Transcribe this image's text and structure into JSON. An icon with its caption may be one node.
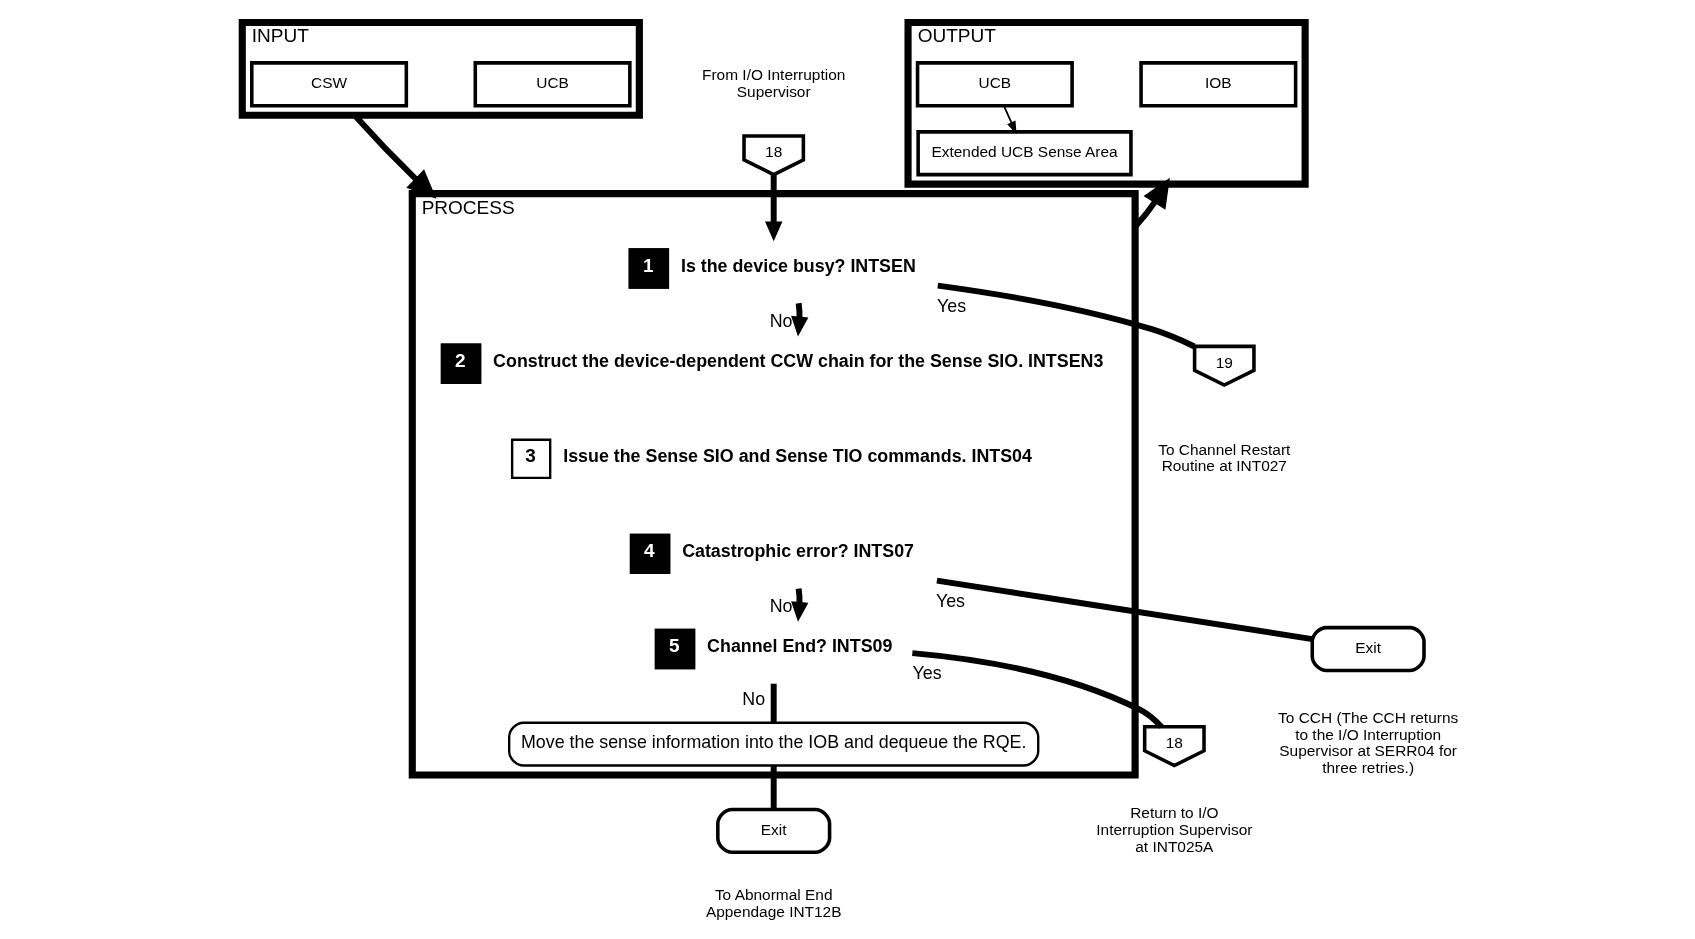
{
  "diagram": {
    "nodes": [
      {
        "text": [
          "INPUT"
        ]
      },
      {
        "text": [
          "UCB"
        ],
        "in": 0
      },
      {
        "text": [
          "CSW"
        ],
        "in": 0
      },
      {
        "text": [
          "PROCESS"
        ]
      },
      {
        "text": [
          "1",
          "Is the device busy? INTSEN"
        ],
        "in": 3
      },
      {
        "text": [
          "2",
          "Construct the device-dependent CCW chain for the Sense SIO. INTSEN3"
        ],
        "in": 3
      },
      {
        "text": [
          "3",
          "Issue the Sense SIO and Sense TIO commands. INTS04"
        ],
        "in": 3
      },
      {
        "text": [
          "4",
          "Catastrophic error? INTS07"
        ],
        "in": 3
      },
      {
        "text": [
          "5",
          "Channel End? INTS09"
        ],
        "in": 3
      },
      {
        "text": [
          "Move the sense information into the IOB and dequeue the RQE."
        ],
        "in": 3
      },
      {
        "text": [
          "OUTPUT"
        ]
      },
      {
        "text": [
          "IOB"
        ],
        "in": 10
      },
      {
        "text": [
          "UCB"
        ],
        "in": 10
      },
      {
        "text": [
          "Extended UCB Sense Area"
        ],
        "in": 10
      },
      {
        "text": [
          "18"
        ],
        "beside": [
          "From I/O Interruption Supervisor"
        ]
      },
      {
        "text": [
          "19"
        ],
        "beside": [
          "To Channel Restart Routine at INT027"
        ]
      },
      {
        "text": [
          "Exit"
        ],
        "beside": [
          "To CCH (The CCH returns to the I/O Interruption Supervisor at SERR04 for three retries.)"
        ]
      },
      {
        "text": [
          "18"
        ],
        "beside": [
          "Return to I/O Interruption Supervisor at INT025A"
        ]
      },
      {
        "text": [
          "Exit"
        ],
        "beside": [
          "To Abnormal End Appendage INT12B"
        ]
      }
    ],
    "edges": [
      {
        "from": 14,
        "to": 4,
        "arrow": "to"
      },
      {
        "from": 0,
        "to": 3,
        "arrow": "to"
      },
      {
        "from": 4,
        "to": 5,
        "label": "No",
        "arrow": "to"
      },
      {
        "from": 4,
        "to": 15,
        "label": "Yes",
        "arrow": "none"
      },
      {
        "from": 7,
        "to": 8,
        "label": "No",
        "arrow": "to"
      },
      {
        "from": 7,
        "to": 16,
        "label": "Yes",
        "arrow": "none"
      },
      {
        "from": 8,
        "to": 17,
        "label": "Yes",
        "arrow": "none"
      },
      {
        "from": 8,
        "to": 9,
        "label": "No",
        "arrow": "none"
      },
      {
        "from": 9,
        "to": 18,
        "arrow": "none"
      },
      {
        "from": 3,
        "to": 10,
        "arrow": "to"
      },
      {
        "from": 12,
        "to": 13,
        "arrow": "to"
      }
    ]
  }
}
